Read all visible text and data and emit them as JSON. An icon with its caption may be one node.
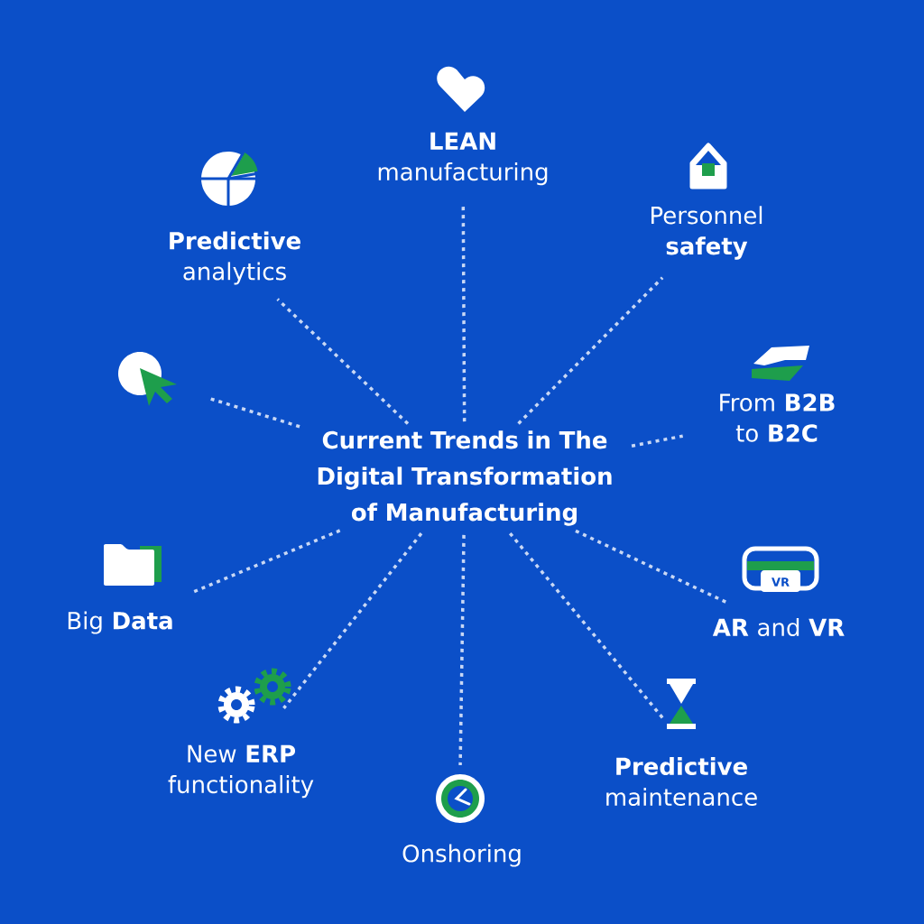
{
  "diagram": {
    "nodes": [
      {
        "text": [
          "Current Trends in The Digital Transformation of Manufacturing"
        ]
      },
      {
        "text": [
          "**LEAN** manufacturing"
        ]
      },
      {
        "text": [
          "Personnel **safety**"
        ]
      },
      {
        "text": [
          "From **B2B** to **B2C**"
        ]
      },
      {
        "text": [
          "**AR** and **VR**"
        ]
      },
      {
        "text": [
          "**Predictive** maintenance"
        ]
      },
      {
        "text": [
          "Onshoring"
        ]
      },
      {
        "text": [
          "New **ERP** functionality"
        ]
      },
      {
        "text": [
          "Big **Data**"
        ]
      },
      {
        "text": [],
        "shape": "cursor"
      },
      {
        "text": [
          "**Predictive** analytics"
        ]
      }
    ],
    "edges": [
      {
        "from": 0,
        "to": 1,
        "arrow": "none",
        "style": "dashed"
      },
      {
        "from": 0,
        "to": 2,
        "arrow": "none",
        "style": "dashed"
      },
      {
        "from": 0,
        "to": 3,
        "arrow": "none",
        "style": "dashed"
      },
      {
        "from": 0,
        "to": 4,
        "arrow": "none",
        "style": "dashed"
      },
      {
        "from": 0,
        "to": 5,
        "arrow": "none",
        "style": "dashed"
      },
      {
        "from": 0,
        "to": 6,
        "arrow": "none",
        "style": "dashed"
      },
      {
        "from": 0,
        "to": 7,
        "arrow": "none",
        "style": "dashed"
      },
      {
        "from": 0,
        "to": 8,
        "arrow": "none",
        "style": "dashed"
      },
      {
        "from": 0,
        "to": 9,
        "arrow": "none",
        "style": "dashed"
      },
      {
        "from": 0,
        "to": 10,
        "arrow": "none",
        "style": "dashed"
      }
    ],
    "labels": [
      "VR"
    ]
  }
}
